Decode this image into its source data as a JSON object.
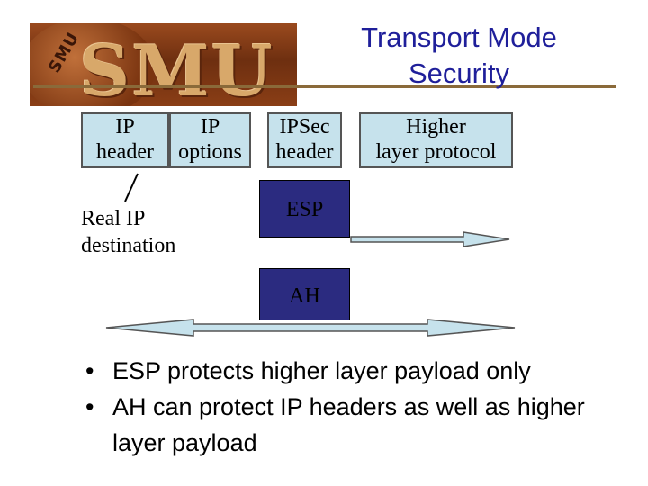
{
  "logo": {
    "name": "SMU",
    "coin_text": "SMU"
  },
  "slide": {
    "title_line1": "Transport Mode",
    "title_line2": "Security"
  },
  "packet": {
    "ip_header": [
      "IP",
      "header"
    ],
    "ip_options": [
      "IP",
      "options"
    ],
    "ipsec_header": [
      "IPSec",
      "header"
    ],
    "higher_layer": [
      "Higher",
      "layer protocol"
    ]
  },
  "labels": {
    "real_ip": [
      "Real IP",
      "destination"
    ],
    "esp": "ESP",
    "ah": "AH"
  },
  "bullets": [
    "ESP protects higher layer payload only",
    "AH can protect IP headers as well as higher layer payload"
  ],
  "colors": {
    "title": "#1f1f9a",
    "box_fill": "#c6e2ec",
    "dark_box": "#2b2b80",
    "arrow_fill": "#c6e2ec"
  }
}
